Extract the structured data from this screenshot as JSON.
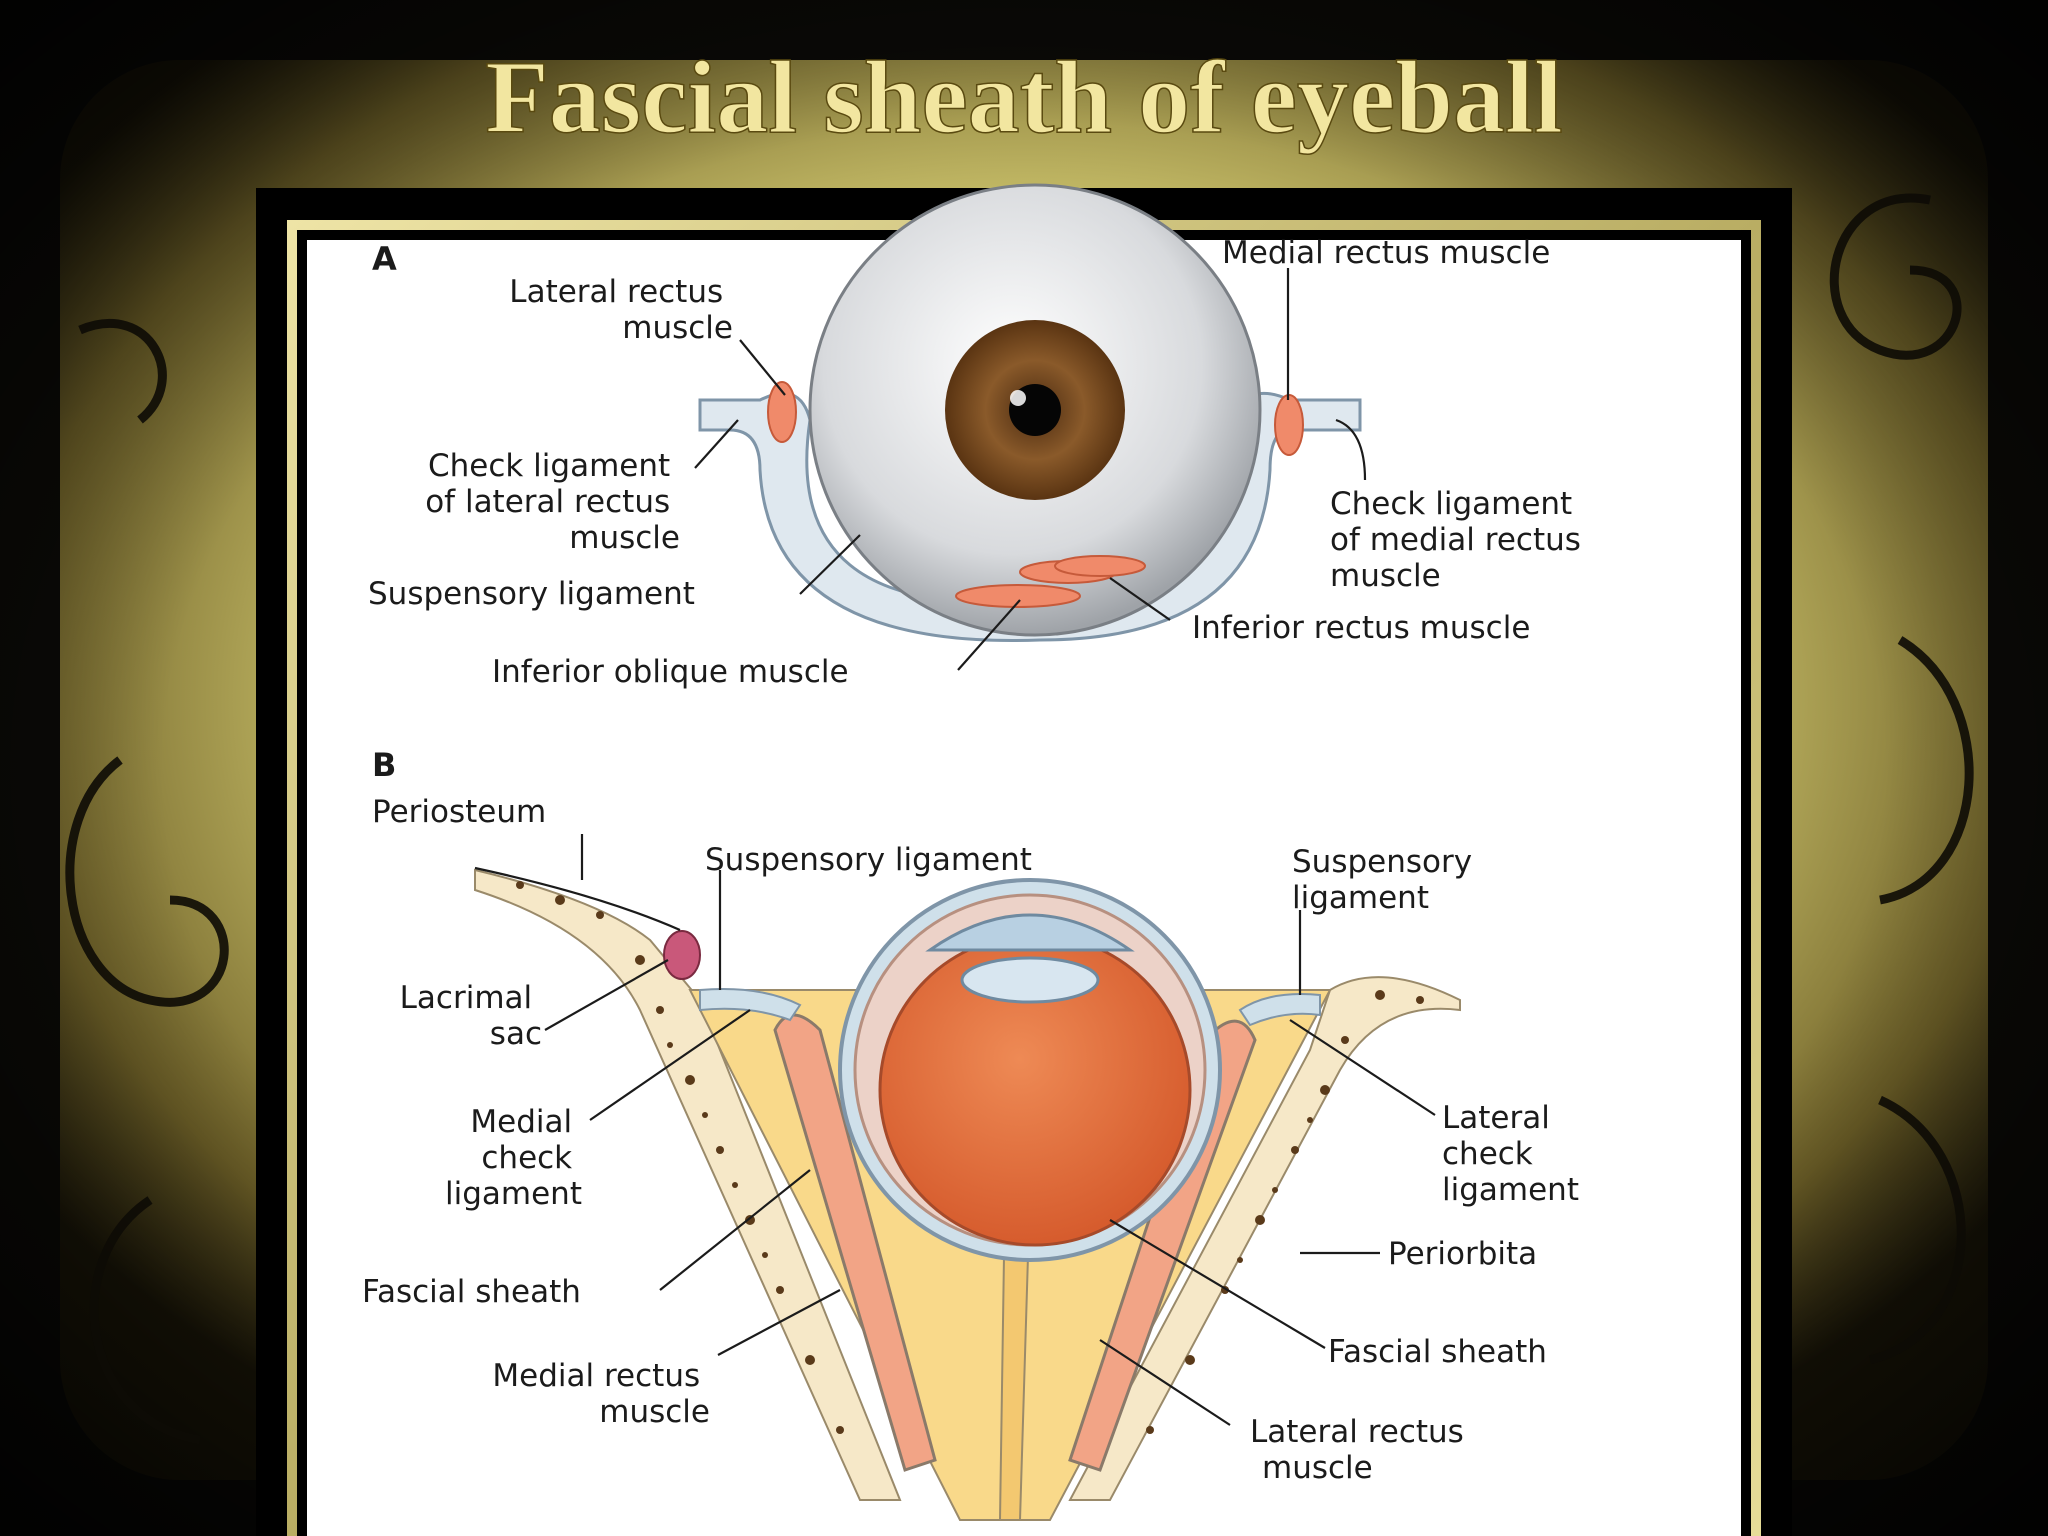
{
  "slide": {
    "title": "Fascial sheath of eyeball",
    "colors": {
      "title": "#f2e6a0",
      "background": "#0b0a07",
      "parchment": "#c9c06a",
      "frame_gold": "#d9cf8a"
    }
  },
  "figure_a": {
    "panel_label": "A",
    "labels": {
      "lateral_rectus": [
        "Lateral rectus",
        "muscle"
      ],
      "medial_rectus": "Medial rectus muscle",
      "check_lateral": [
        "Check ligament",
        "of lateral rectus",
        "muscle"
      ],
      "check_medial": [
        "Check ligament",
        "of medial rectus",
        "muscle"
      ],
      "suspensory": "Suspensory ligament",
      "inferior_rectus": "Inferior rectus muscle",
      "inferior_oblique": "Inferior oblique muscle"
    }
  },
  "figure_b": {
    "panel_label": "B",
    "labels": {
      "periosteum": "Periosteum",
      "suspensory_center": "Suspensory ligament",
      "suspensory_right": [
        "Suspensory",
        "ligament"
      ],
      "lacrimal_sac": [
        "Lacrimal",
        "sac"
      ],
      "medial_check": [
        "Medial",
        "check",
        "ligament"
      ],
      "lateral_check": [
        "Lateral",
        "check",
        "ligament"
      ],
      "periorbita": "Periorbita",
      "fascial_sheath_left": "Fascial sheath",
      "fascial_sheath_right": "Fascial sheath",
      "medial_rectus": [
        "Medial rectus",
        "muscle"
      ],
      "lateral_rectus": [
        "Lateral rectus",
        "muscle"
      ]
    }
  }
}
